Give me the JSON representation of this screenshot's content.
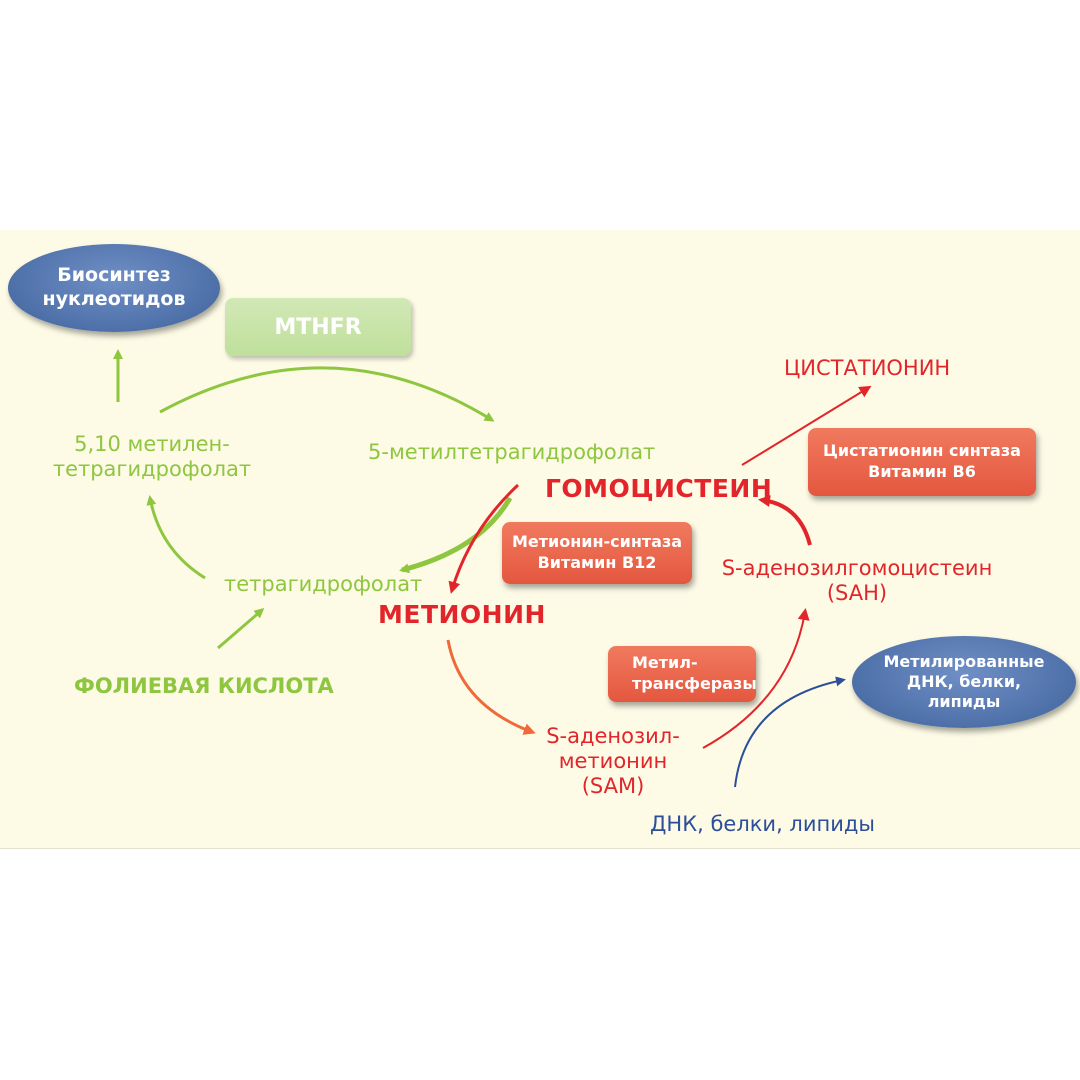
{
  "nodes": {
    "biosynthesis": "Биосинтез нуклеотидов",
    "mthfr": "MTHFR",
    "methylene_thf": "5,10 метилен-тетрагидрофолат",
    "methyl_thf": "5-метилтетрагидрофолат",
    "thf": "тетрагидрофолат",
    "folic_acid": "ФОЛИЕВАЯ КИСЛОТА",
    "homocysteine": "ГОМОЦИСТЕИН",
    "methionine": "МЕТИОНИН",
    "cystathionine": "ЦИСТАТИОНИН",
    "sah": "S-аденозилгомоцистеин (SAH)",
    "sam": "S-аденозил-метионин (SAM)",
    "methylated": "Метилированные ДНК, белки, липиды",
    "dna": "ДНК, белки, липиды"
  },
  "enzymes": {
    "cbs": "Цистатионин синтаза Витамин В6",
    "ms": "Метионин-синтаза Витамин В12",
    "mt": "Метил-трансферазы"
  },
  "colors": {
    "green": "#8ec63f",
    "red": "#e2252a",
    "orange": "#ee6a3a",
    "blue": "#2d4f9a",
    "panel": "#fdfbe6"
  }
}
